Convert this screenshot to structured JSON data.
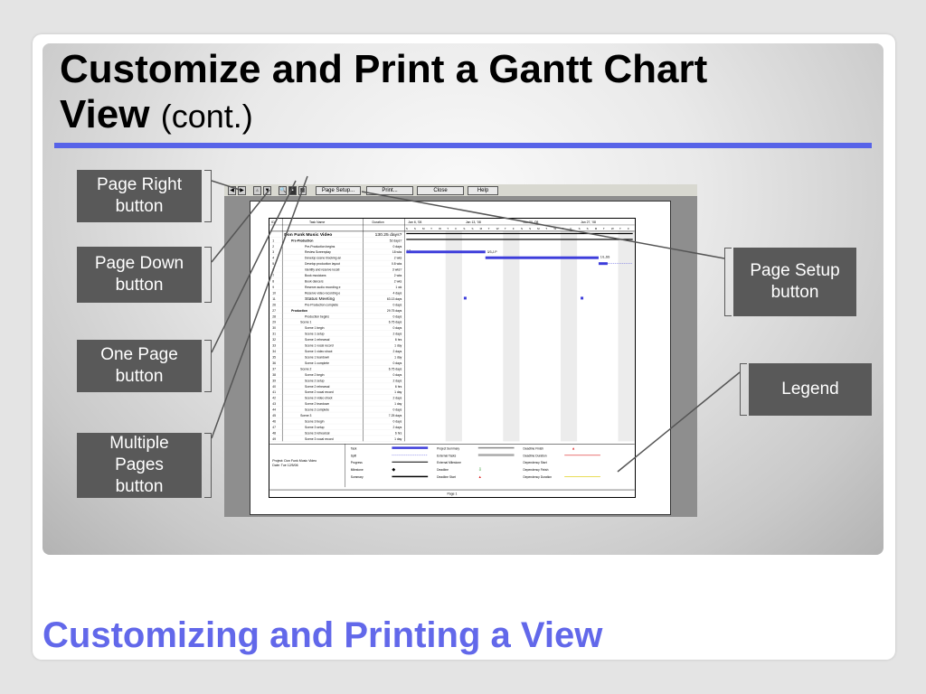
{
  "slide": {
    "title_main_line1": "Customize and Print a Gantt Chart",
    "title_main_line2": "View",
    "title_cont": "(cont.)",
    "footer": "Customizing and Printing a View"
  },
  "callouts": {
    "page_right": [
      "Page Right",
      "button"
    ],
    "page_down": [
      "Page Down",
      "button"
    ],
    "one_page": [
      "One Page",
      "button"
    ],
    "multiple_pages": [
      "Multiple",
      "Pages",
      "button"
    ],
    "page_setup": [
      "Page Setup",
      "button"
    ],
    "legend": "Legend"
  },
  "toolbar": {
    "page_setup_label": "Page Setup...",
    "print_label": "Print...",
    "close_label": "Close",
    "help_label": "Help"
  },
  "gantt": {
    "headers": [
      "ID",
      "Task Name",
      "Duration"
    ],
    "periods": [
      "Jan 6, '08",
      "Jan 13, '08",
      "Jan 20, '08",
      "Jan 27, '08"
    ],
    "rows": [
      [
        "",
        "Don Funk Music Video",
        "130.25 days?"
      ],
      [
        "1",
        "Pre-Production",
        "52 days?"
      ],
      [
        "2",
        "Pre-Production begins",
        "0 days"
      ],
      [
        "3",
        "Review Screenplay",
        "18 wks"
      ],
      [
        "4",
        "Develop scene blocking an",
        "2 wks"
      ],
      [
        "5",
        "Develop production layout",
        "0.8 wks"
      ],
      [
        "6",
        "Identify and reserve locati",
        "3 wks?"
      ],
      [
        "7",
        "Book musicians",
        "2 wks"
      ],
      [
        "8",
        "Book dancers",
        "2 wks"
      ],
      [
        "9",
        "Reserve audio recording e",
        "1 wk"
      ],
      [
        "10",
        "Reserve video recording e",
        "4 days"
      ],
      [
        "11",
        "Status Meeting",
        "63.13 days"
      ],
      [
        "26",
        "Pre-Production complete",
        "0 days"
      ],
      [
        "27",
        "Production",
        "29.75 days"
      ],
      [
        "28",
        "Production begins",
        "0 days"
      ],
      [
        "29",
        "Scene 1",
        "6.75 days"
      ],
      [
        "30",
        "Scene 1 begin",
        "0 days"
      ],
      [
        "31",
        "Scene 1 setup",
        "2 days"
      ],
      [
        "32",
        "Scene 1 rehearsal",
        "6 hrs"
      ],
      [
        "33",
        "Scene 1 vocal record",
        "1 day"
      ],
      [
        "34",
        "Scene 1 video shoot",
        "2 days"
      ],
      [
        "35",
        "Scene 1 teardown",
        "1 day"
      ],
      [
        "36",
        "Scene 1 complete",
        "0 days"
      ],
      [
        "37",
        "Scene 2",
        "6.75 days"
      ],
      [
        "38",
        "Scene 2 begin",
        "0 days"
      ],
      [
        "39",
        "Scene 2 setup",
        "2 days"
      ],
      [
        "40",
        "Scene 2 rehearsal",
        "6 hrs"
      ],
      [
        "41",
        "Scene 2 vocal record",
        "1 day"
      ],
      [
        "42",
        "Scene 2 video shoot",
        "2 days"
      ],
      [
        "43",
        "Scene 2 teardown",
        "1 day"
      ],
      [
        "44",
        "Scene 2 complete",
        "0 days"
      ],
      [
        "45",
        "Scene 3",
        "7.25 days"
      ],
      [
        "46",
        "Scene 3 begin",
        "0 days"
      ],
      [
        "47",
        "Scene 3 setup",
        "2 days"
      ],
      [
        "48",
        "Scene 3 rehearsal",
        "6 hrs"
      ],
      [
        "49",
        "Scene 3 vocal record",
        "1 day"
      ]
    ],
    "bar_labels": [
      "1/7",
      "3/3,J.P",
      "1/L,SS"
    ],
    "project_label": "Project: Don Funk Music Video",
    "date_label": "Date: Tue 12/5/06",
    "legend_items": [
      [
        "Task",
        "Project Summary",
        "Deadline Finish"
      ],
      [
        "Split",
        "External Tasks",
        "Deadline Duration"
      ],
      [
        "Progress",
        "External Milestone",
        "Dependency Start"
      ],
      [
        "Milestone",
        "Deadline",
        "Dependency Finish"
      ],
      [
        "Summary",
        "Deadline Start",
        "Dependency Duration"
      ]
    ],
    "page_label": "Page 1"
  }
}
